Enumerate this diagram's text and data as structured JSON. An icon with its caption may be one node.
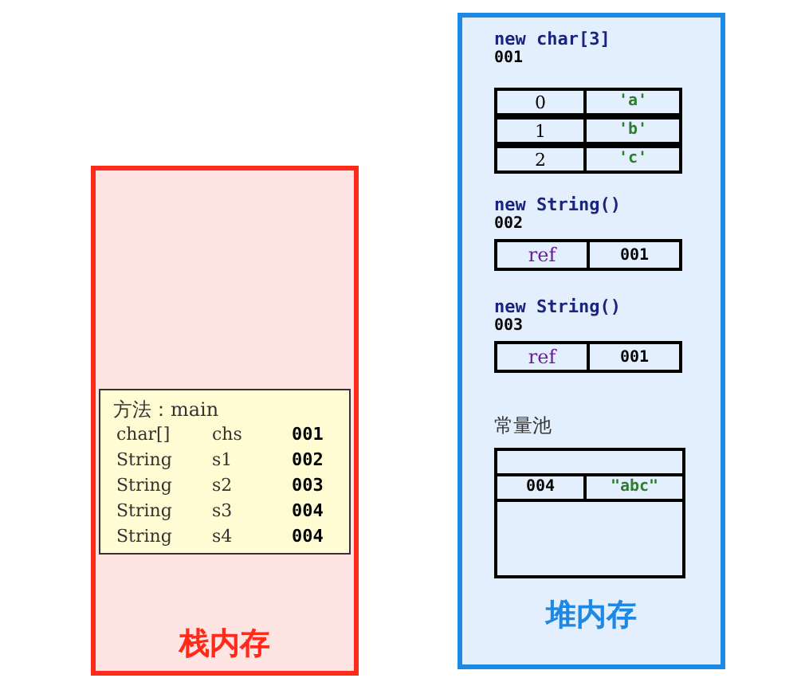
{
  "diagram": {
    "nodes": [
      {
        "text": [
          "栈内存"
        ]
      },
      {
        "text": [
          "方法：main"
        ],
        "in": 0
      },
      {
        "text": [
          "char[]",
          "chs",
          "001"
        ],
        "in": 1
      },
      {
        "text": [
          "String",
          "s1",
          "002"
        ],
        "in": 1
      },
      {
        "text": [
          "String",
          "s2",
          "003"
        ],
        "in": 1
      },
      {
        "text": [
          "String",
          "s3",
          "004"
        ],
        "in": 1
      },
      {
        "text": [
          "String",
          "s4",
          "004"
        ],
        "in": 1
      },
      {
        "text": [
          "堆内存"
        ]
      },
      {
        "text": [
          "new char[3]",
          "001"
        ],
        "in": 7
      },
      {
        "text": [
          "0",
          "'a'"
        ],
        "in": 8
      },
      {
        "text": [
          "1",
          "'b'"
        ],
        "in": 8
      },
      {
        "text": [
          "2",
          "'c'"
        ],
        "in": 8
      },
      {
        "text": [
          "new String()",
          "002",
          "ref",
          "001"
        ],
        "in": 7
      },
      {
        "text": [
          "new String()",
          "003",
          "ref",
          "001"
        ],
        "in": 7
      },
      {
        "text": [
          "常量池"
        ],
        "in": 7
      },
      {
        "text": [],
        "shape": "bar",
        "in": 14
      },
      {
        "text": [
          "004",
          "\"abc\""
        ],
        "in": 14
      },
      {
        "text": [],
        "shape": "box",
        "in": 14
      }
    ]
  }
}
